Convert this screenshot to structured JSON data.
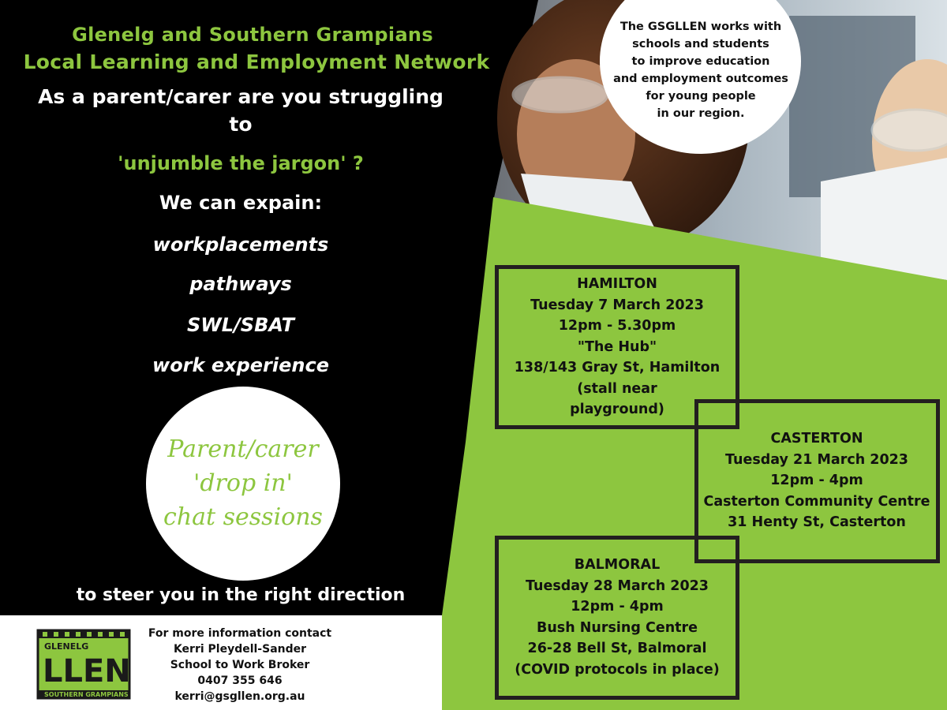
{
  "colors": {
    "green": "#8dc63f",
    "black": "#000000",
    "white": "#ffffff"
  },
  "header": {
    "line1": "Glenelg and Southern Grampians",
    "line2": "Local Learning and Employment Network"
  },
  "intro": {
    "line1": "As a parent/carer are you struggling",
    "line2": "to",
    "jargon": "'unjumble the jargon' ?",
    "explain": "We can expain:"
  },
  "topics": [
    "workplacements",
    "pathways",
    "SWL/SBAT",
    "work experience"
  ],
  "drop_in": {
    "line1": "Parent/carer",
    "line2": "'drop in'",
    "line3": "chat sessions"
  },
  "steer": "to steer you in the right direction",
  "info_circle": {
    "lines": [
      "The GSGLLEN works with",
      "schools and students",
      "to improve education",
      "and employment outcomes",
      "for young people",
      "in our region."
    ]
  },
  "sessions": [
    {
      "lines": [
        "HAMILTON",
        "Tuesday 7 March 2023",
        "12pm - 5.30pm",
        "\"The Hub\"",
        "138/143 Gray St, Hamilton",
        "(stall near",
        "playground)"
      ]
    },
    {
      "lines": [
        "CASTERTON",
        "Tuesday 21 March 2023",
        "12pm  - 4pm",
        "Casterton Community Centre",
        "31 Henty St, Casterton"
      ]
    },
    {
      "lines": [
        "BALMORAL",
        "Tuesday 28 March 2023",
        "12pm  - 4pm",
        "Bush Nursing  Centre",
        "26-28 Bell St, Balmoral",
        "(COVID protocols in place)"
      ]
    }
  ],
  "contact": {
    "lines": [
      "For more information contact",
      "Kerri Pleydell-Sander",
      "School to Work Broker",
      "0407 355 646",
      "kerri@gsgllen.org.au"
    ]
  },
  "logo": {
    "top": "GLENELG",
    "main": "LLEN",
    "bottom": "SOUTHERN GRAMPIANS"
  }
}
